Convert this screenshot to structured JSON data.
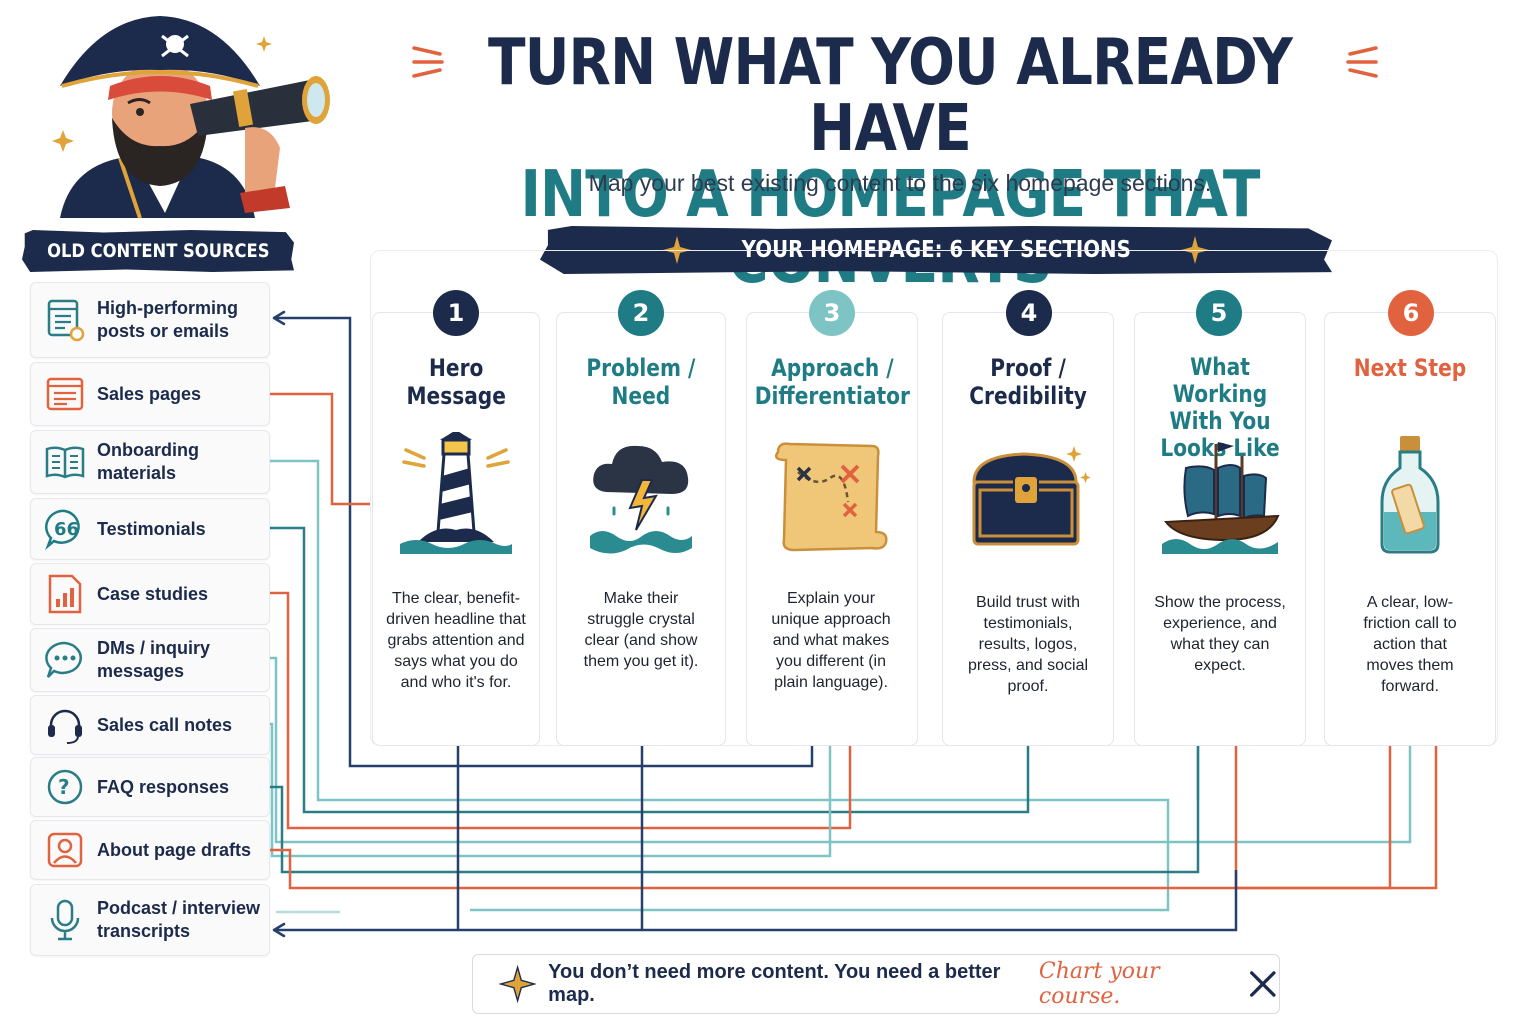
{
  "header": {
    "title_line1": "TURN WHAT YOU ALREADY HAVE",
    "title_line2": "INTO A HOMEPAGE THAT CONVERTS",
    "subtitle": "Map your best existing content to the six homepage sections."
  },
  "left_banner": "OLD CONTENT SOURCES",
  "center_banner": "YOUR HOMEPAGE: 6 KEY SECTIONS",
  "sources": [
    {
      "label": "High-performing posts or emails",
      "icon": "document-gear-icon"
    },
    {
      "label": "Sales pages",
      "icon": "web-page-icon"
    },
    {
      "label": "Onboarding materials",
      "icon": "open-book-icon"
    },
    {
      "label": "Testimonials",
      "icon": "quote-bubble-icon"
    },
    {
      "label": "Case studies",
      "icon": "bar-chart-document-icon"
    },
    {
      "label": "DMs / inquiry messages",
      "icon": "chat-bubble-icon"
    },
    {
      "label": "Sales call notes",
      "icon": "headset-icon"
    },
    {
      "label": "FAQ responses",
      "icon": "question-circle-icon"
    },
    {
      "label": "About page drafts",
      "icon": "person-profile-icon"
    },
    {
      "label": "Podcast / interview transcripts",
      "icon": "microphone-icon"
    }
  ],
  "sections": [
    {
      "number": "1",
      "title": "Hero\nMessage",
      "description": "The clear, benefit-driven headline that grabs attention and says what you do and who it's for.",
      "icon": "lighthouse-icon",
      "color": "#1c2b4b"
    },
    {
      "number": "2",
      "title": "Problem /\nNeed",
      "description": "Make their struggle crystal clear (and show them you get it).",
      "icon": "storm-cloud-icon",
      "color": "#1f7c85"
    },
    {
      "number": "3",
      "title": "Approach /\nDifferentiator",
      "description": "Explain your unique approach and what makes you different (in plain language).",
      "icon": "treasure-map-icon",
      "color": "#1f7c85"
    },
    {
      "number": "4",
      "title": "Proof /\nCredibility",
      "description": "Build trust with testimonials, results, logos, press, and social proof.",
      "icon": "treasure-chest-icon",
      "color": "#1c2b4b"
    },
    {
      "number": "5",
      "title": "What Working\nWith You\nLooks Like",
      "description": "Show the process, experience, and what they can expect.",
      "icon": "pirate-ship-icon",
      "color": "#1f7c85"
    },
    {
      "number": "6",
      "title": "Next Step",
      "description": "A clear, low-friction call to action that moves them forward.",
      "icon": "message-bottle-icon",
      "color": "#e1623f"
    }
  ],
  "colors": {
    "navy": "#1c2b4b",
    "teal": "#1f7c85",
    "light_teal": "#7fc4c5",
    "orange": "#e1623f"
  },
  "footer": {
    "message": "You don’t need more content. You need a better map.",
    "cta": "Chart your course."
  }
}
